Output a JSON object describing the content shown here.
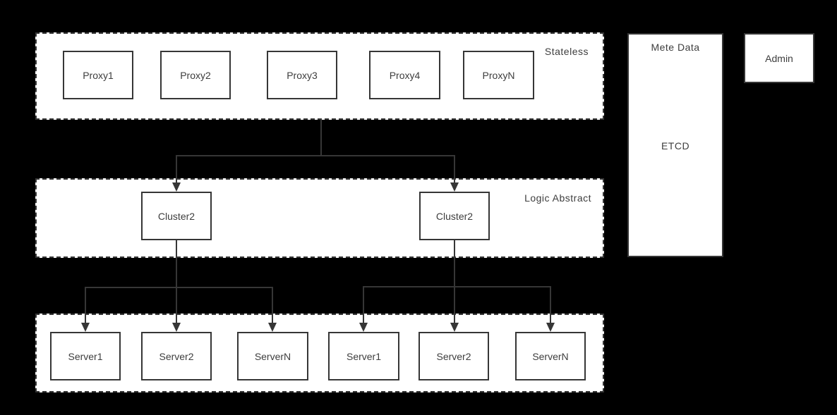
{
  "groups": {
    "stateless": {
      "label": "Stateless",
      "nodes": [
        {
          "label": "Proxy1"
        },
        {
          "label": "Proxy2"
        },
        {
          "label": "Proxy3"
        },
        {
          "label": "Proxy4"
        },
        {
          "label": "ProxyN"
        }
      ]
    },
    "logic_abstract": {
      "label": "Logic Abstract",
      "nodes": [
        {
          "label": "Cluster2"
        },
        {
          "label": "Cluster2"
        }
      ]
    },
    "server_pool": {
      "nodes": [
        {
          "label": "Server1"
        },
        {
          "label": "Server2"
        },
        {
          "label": "ServerN"
        },
        {
          "label": "Server1"
        },
        {
          "label": "Server2"
        },
        {
          "label": "ServerN"
        }
      ]
    }
  },
  "meta_data": {
    "title": "Mete Data",
    "content": "ETCD"
  },
  "admin": {
    "label": "Admin"
  },
  "colors": {
    "background": "#000000",
    "shape_fill": "#ffffff",
    "stroke": "#363636",
    "text": "#3d3d3d"
  }
}
